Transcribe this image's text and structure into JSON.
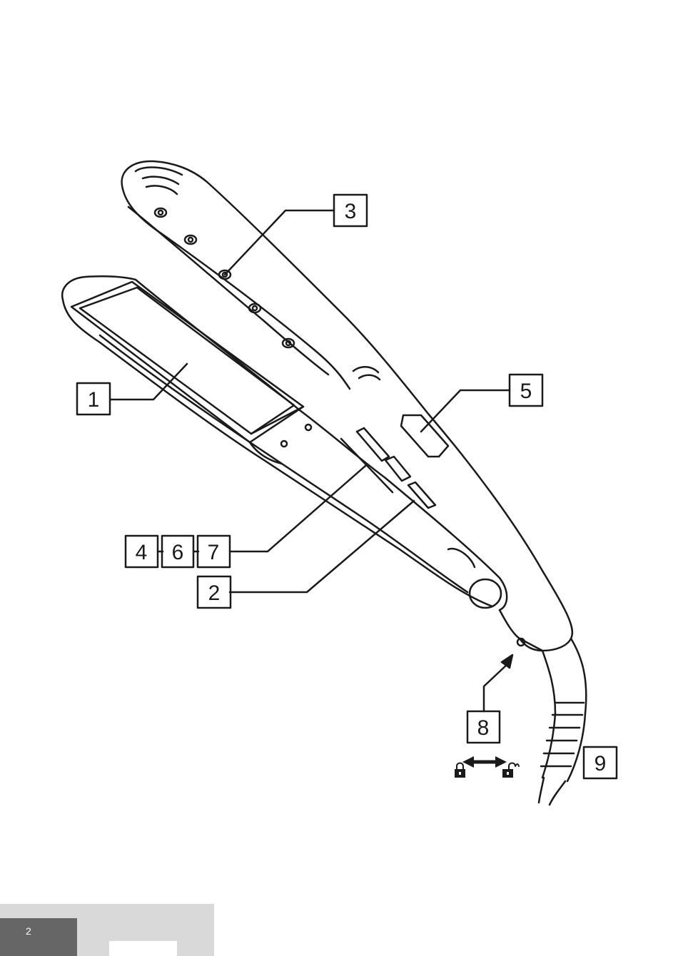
{
  "callouts": {
    "c1": "1",
    "c2": "2",
    "c3": "3",
    "c4": "4",
    "c5": "5",
    "c6": "6",
    "c7": "7",
    "c8": "8",
    "c9": "9"
  },
  "lock_icons": [
    "lock-closed-icon",
    "lock-open-icon"
  ],
  "footer": {
    "page_number": "2"
  },
  "colors": {
    "line": "#1a1a1a",
    "footer_band": "#d9d9d9",
    "page_box": "#666666"
  }
}
